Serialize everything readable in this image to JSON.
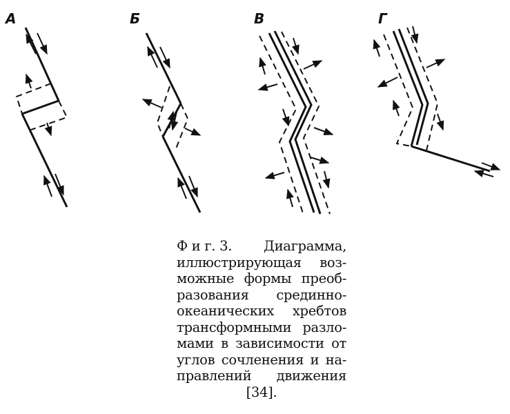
{
  "figure": {
    "panels": [
      {
        "label": "А"
      },
      {
        "label": "Б"
      },
      {
        "label": "В"
      },
      {
        "label": "Г"
      }
    ]
  },
  "caption": {
    "fig_label": "Ф и г.",
    "fig_number": "3.",
    "lines": [
      "Диаграмма,",
      "иллюстрирующая воз-",
      "можные формы преоб-",
      "разования срединно-",
      "океанических хребтов",
      "трансформными разло-",
      "мами в зависимости от",
      "углов сочленения и на-",
      "правлений движения"
    ],
    "reference": "[34]."
  }
}
